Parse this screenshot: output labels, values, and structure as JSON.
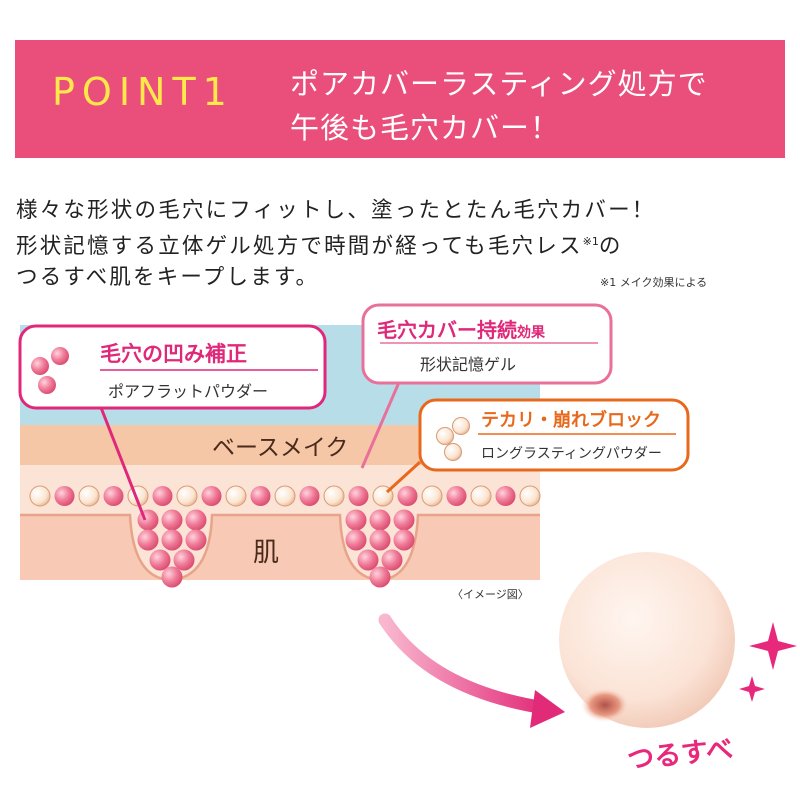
{
  "header": {
    "point_label": "POINT1",
    "title_line1": "ポアカバーラスティング処方で",
    "title_line2": "午後も毛穴カバー！"
  },
  "description": {
    "line1": "様々な形状の毛穴にフィットし、塗ったとたん毛穴カバー！",
    "line2": "形状記憶する立体ゲル処方で時間が経っても毛穴レス",
    "line2_sup": "※1",
    "line2_end": "の",
    "line3": "つるすべ肌をキープします。"
  },
  "footnote": "※1 メイク効果による",
  "diagram": {
    "base_layer_label": "ベースメイク",
    "skin_label": "肌",
    "image_note": "〈イメージ図〉",
    "callouts": [
      {
        "title": "毛穴の凹み補正",
        "subtitle": "ポアフラットパウダー",
        "color": "#e0287a"
      },
      {
        "title": "毛穴カバー持続",
        "title_small": "効果",
        "subtitle": "形状記憶ゲル",
        "color": "#e8709a"
      },
      {
        "title": "テカリ・崩れブロック",
        "subtitle": "ロングラスティングパウダー",
        "color": "#e8681c"
      }
    ]
  },
  "result_label": "つるすべ",
  "colors": {
    "banner": "#ea4f7c",
    "point": "#ffe94a",
    "pink_ball": "#ec6f8d",
    "cream_ball": "#fbe6d2",
    "sky_layer": "#b7dde8",
    "base_layer": "#f6c7a7",
    "skin_layer": "#f9d7c8"
  }
}
